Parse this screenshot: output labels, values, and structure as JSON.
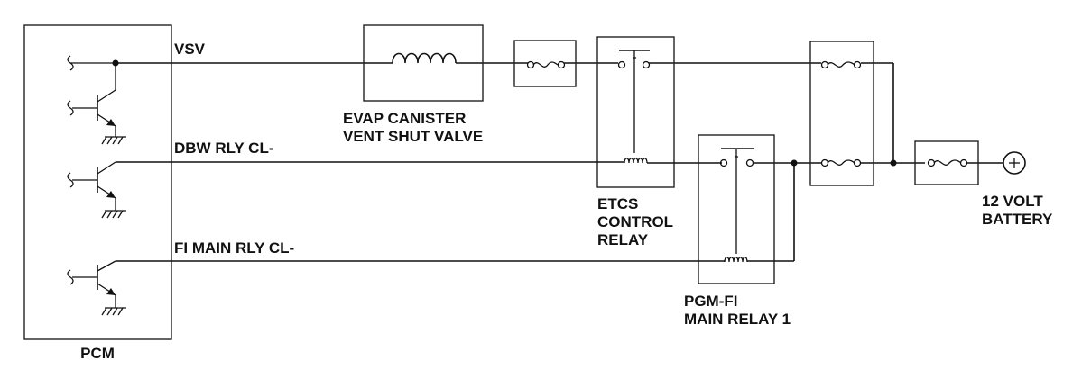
{
  "diagram": {
    "pcm_label": "PCM",
    "wire_labels": {
      "vsv": "VSV",
      "dbw": "DBW RLY CL-",
      "fi_main": "FI MAIN RLY CL-"
    },
    "evap_valve_label": [
      "EVAP CANISTER",
      "VENT SHUT VALVE"
    ],
    "etcs_relay_label": [
      "ETCS",
      "CONTROL",
      "RELAY"
    ],
    "pgmfi_relay_label": [
      "PGM-FI",
      "MAIN RELAY 1"
    ],
    "battery_label": [
      "12 VOLT",
      "BATTERY"
    ]
  }
}
